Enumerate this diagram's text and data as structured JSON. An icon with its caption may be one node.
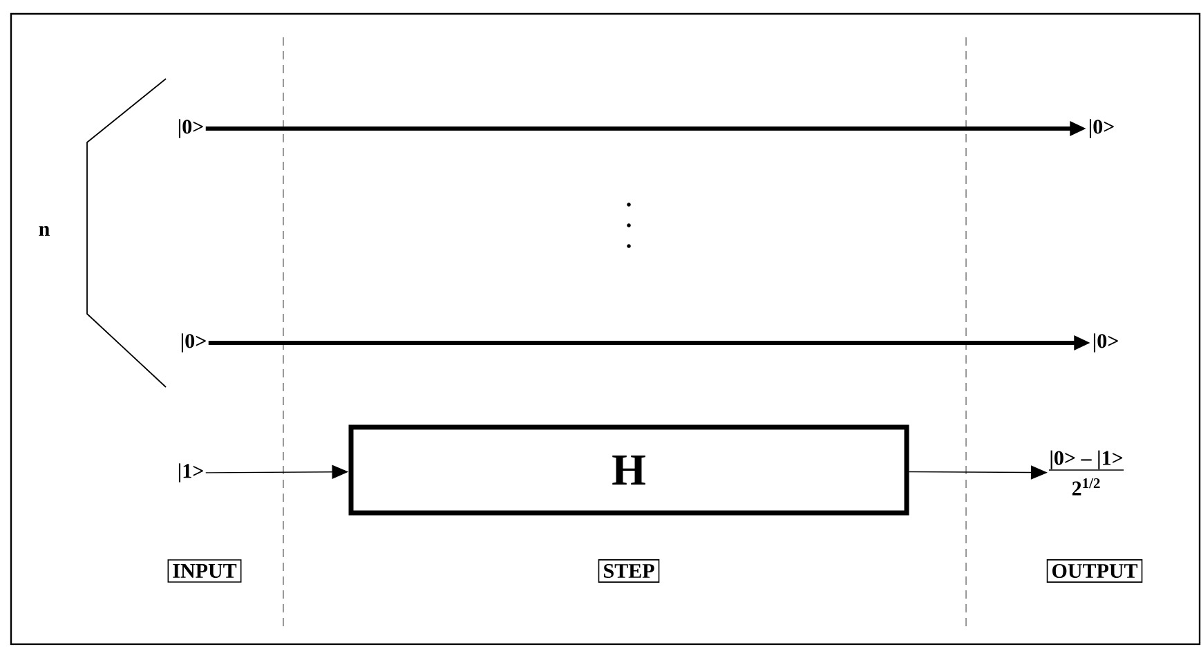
{
  "diagram": {
    "nodes": [
      {
        "text": [
          "|0>"
        ]
      },
      {
        "text": [
          "|0>"
        ]
      },
      {
        "text": [
          "|0>"
        ]
      },
      {
        "text": [
          "|0>"
        ]
      },
      {
        "text": [
          "|1>"
        ]
      },
      {
        "text": [
          "H"
        ]
      },
      {
        "text": [
          "|0> – |1>",
          "2$^{1/2}$"
        ]
      },
      {
        "text": [
          "INPUT"
        ]
      },
      {
        "text": [
          "STEP"
        ]
      },
      {
        "text": [
          "OUTPUT"
        ]
      }
    ],
    "edges": [
      {
        "from": 0,
        "to": 1,
        "arrow": "to",
        "style": "thick"
      },
      {
        "from": 2,
        "to": 3,
        "arrow": "to",
        "style": "thick"
      },
      {
        "from": 4,
        "to": 5,
        "arrow": "to"
      },
      {
        "from": 5,
        "to": 6,
        "arrow": "to"
      }
    ],
    "labels": [
      "n"
    ]
  }
}
